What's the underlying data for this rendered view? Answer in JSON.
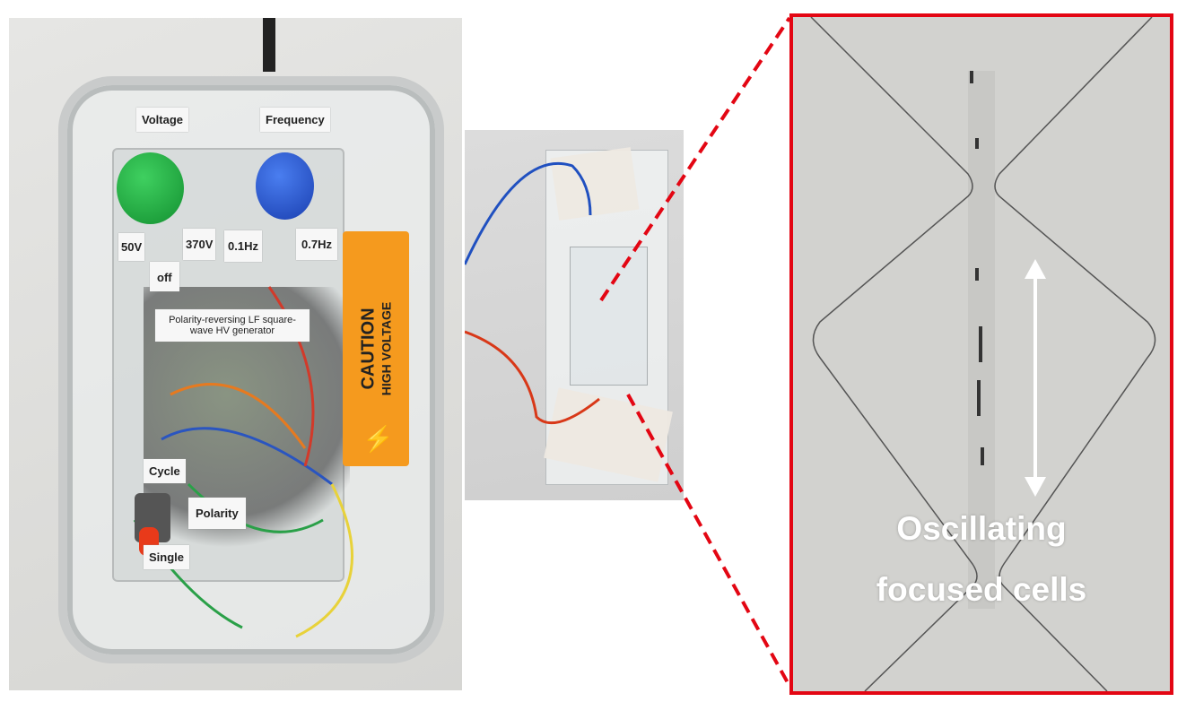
{
  "left_photo": {
    "labels": {
      "voltage": "Voltage",
      "frequency": "Frequency",
      "v_min": "50V",
      "v_max": "370V",
      "off": "off",
      "f_min": "0.1Hz",
      "f_max": "0.7Hz",
      "device": "Polarity-reversing LF square-wave HV generator",
      "cycle": "Cycle",
      "polarity": "Polarity",
      "single": "Single"
    },
    "caution_sign": {
      "line1": "CAUTION",
      "line2": "HIGH VOLTAGE"
    }
  },
  "right_panel": {
    "caption_line1": "Oscillating",
    "caption_line2": "focused cells"
  },
  "colors": {
    "accent": "#e30613",
    "caution": "#f59a1e",
    "voltage_knob": "#1fa83a",
    "frequency_knob": "#1f4fc9"
  }
}
